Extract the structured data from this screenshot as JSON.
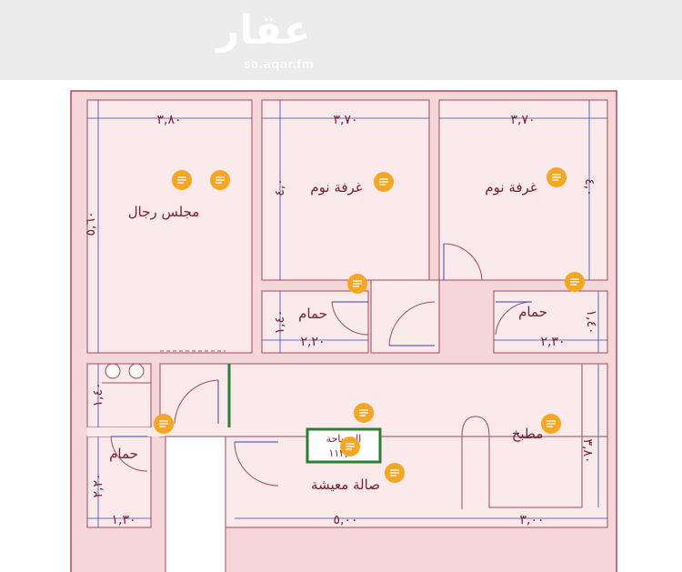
{
  "header": {
    "logo_text": "عقار",
    "logo_sub": "sa.aqar.fm"
  },
  "rooms": {
    "majlis": {
      "label": "مجلس رجال",
      "width_dim": "٣,٨٠",
      "height_dim": "٥,٦٠"
    },
    "bedroom1": {
      "label": "غرفة نوم",
      "width_dim": "٣,٧٠",
      "height_dim": "٤,٠"
    },
    "bedroom2": {
      "label": "غرفة نوم",
      "width_dim": "٣,٧٠",
      "height_dim": "٤,٠"
    },
    "bath1": {
      "label": "حمام",
      "width_dim": "٢,٢٠",
      "height_dim": "١,٤٠"
    },
    "bath2": {
      "label": "حمام",
      "width_dim": "٢,٣٠",
      "height_dim": "١,٤٠"
    },
    "bath3": {
      "label": "حمام",
      "width_dim": "١,٣٠",
      "height_dim": "٢,٢٠"
    },
    "washroom": {
      "height_dim": "١,٤٠"
    },
    "living": {
      "label": "صالة معيشة",
      "width_dim": "٥,٠٠"
    },
    "kitchen": {
      "label": "مطبخ",
      "width_dim": "٣,٠٠",
      "height_dim": "٣,٨٠"
    }
  },
  "area_box": {
    "title": "المساحة",
    "value": "١١٢,٠٠"
  },
  "colors": {
    "wall_fill": "#f5d7da",
    "wall_stroke": "#a24a58",
    "room_fill": "#fbeaec",
    "dim_line": "#2f43b8",
    "dim_text": "#7a1c2c",
    "label_text": "#7a1c2c",
    "marker": "#f5a623",
    "area_border": "#2e7d32"
  },
  "marker_icon": "note-marker-icon"
}
